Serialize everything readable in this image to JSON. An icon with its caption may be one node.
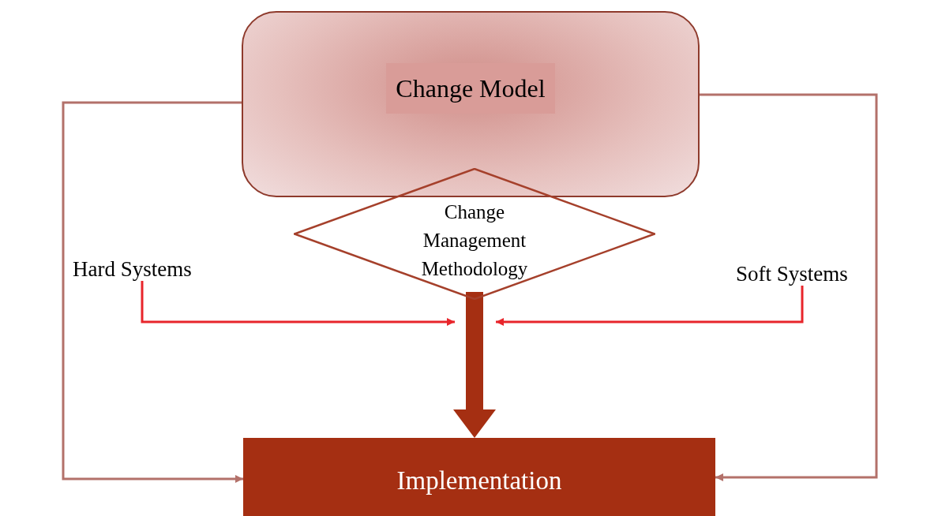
{
  "diagram": {
    "nodes": [
      {
        "text": [
          "Change Model"
        ]
      },
      {
        "text": [
          "Change Management Methodology"
        ]
      },
      {
        "text": [
          "Implementation"
        ]
      },
      {
        "text": [
          "Hard Systems"
        ]
      },
      {
        "text": [
          "Soft Systems"
        ]
      }
    ],
    "edges": [
      {
        "from": 0,
        "to": 2,
        "arrow": "to"
      },
      {
        "from": 0,
        "to": 2,
        "arrow": "to"
      },
      {
        "from": 1,
        "to": 2,
        "arrow": "to",
        "style": "thick",
        "color": "#a52f12"
      },
      {
        "from": 3,
        "to": null,
        "arrow": "to",
        "color": "#e8252b"
      },
      {
        "from": 4,
        "to": null,
        "arrow": "to",
        "color": "#e8252b"
      }
    ]
  }
}
